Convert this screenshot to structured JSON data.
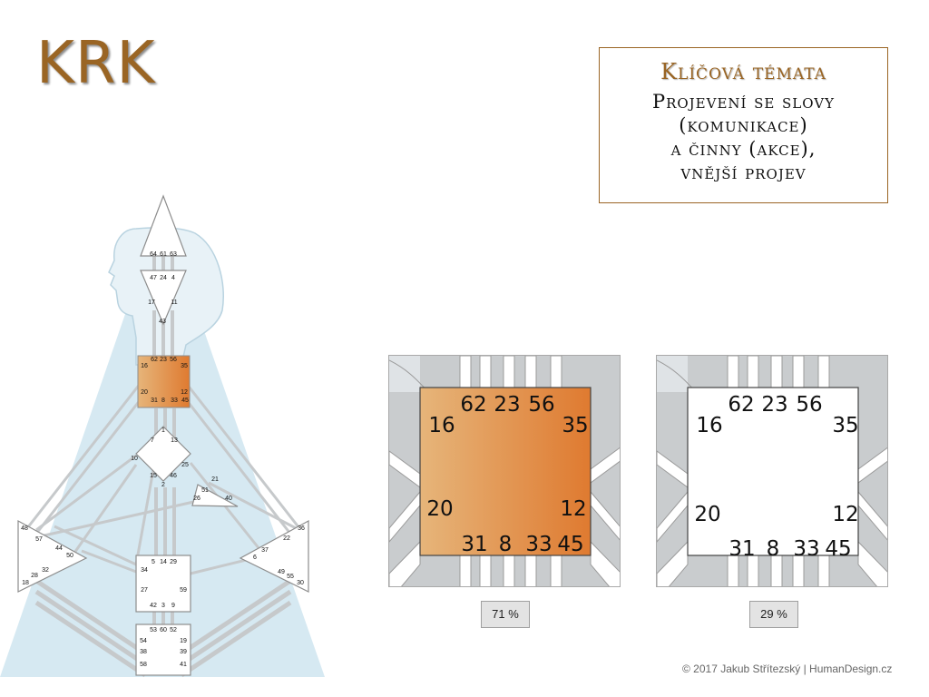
{
  "title": "KRK",
  "themes": {
    "heading": "Klíčová témata",
    "lines": [
      "Projevení se slovy",
      "(komunikace)",
      "a činny (akce),",
      "vnější projev"
    ]
  },
  "bodygraph": {
    "head_gates": [
      "64",
      "61",
      "63"
    ],
    "ajna_top_gates": [
      "47",
      "24",
      "4"
    ],
    "ajna_bottom_gates": [
      "17",
      "11",
      "43"
    ],
    "throat_gates": {
      "top": [
        "62",
        "23",
        "56"
      ],
      "left": [
        "16",
        "20"
      ],
      "right": [
        "35",
        "12"
      ],
      "bottom": [
        "31",
        "8",
        "33",
        "45"
      ]
    },
    "g_gates": [
      "7",
      "1",
      "13",
      "10",
      "25",
      "15",
      "46",
      "2"
    ],
    "heart_gates": [
      "21",
      "51",
      "26",
      "40"
    ],
    "spleen_gates": [
      "48",
      "57",
      "44",
      "50",
      "32",
      "28",
      "18"
    ],
    "solar_gates": [
      "36",
      "22",
      "37",
      "6",
      "49",
      "55",
      "30"
    ],
    "sacral_gates": [
      "5",
      "14",
      "29",
      "34",
      "27",
      "59",
      "42",
      "3",
      "9"
    ],
    "root_gates": [
      "53",
      "60",
      "52",
      "54",
      "19",
      "38",
      "39",
      "58",
      "41"
    ]
  },
  "panels": [
    {
      "state": "defined",
      "percent": "71 %"
    },
    {
      "state": "open",
      "percent": "29 %"
    }
  ],
  "colors": {
    "accent": "#9a6524",
    "defined_from": "#e6b57a",
    "defined_to": "#df7a30",
    "sky": "#d6e9f2"
  },
  "footer": "© 2017 Jakub Střítezský | HumanDesign.cz"
}
